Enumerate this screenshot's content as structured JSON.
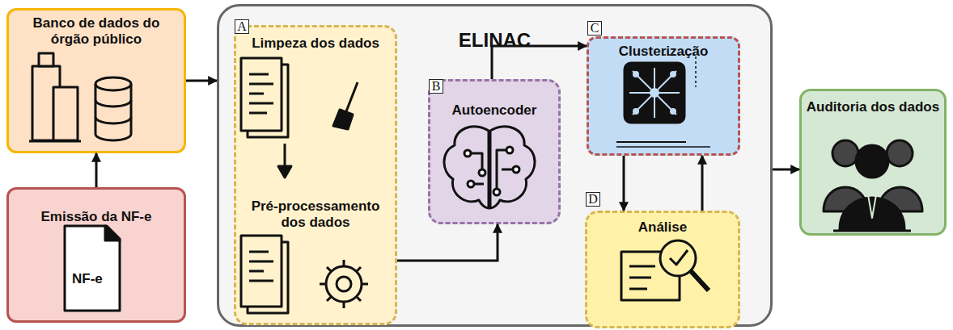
{
  "diagram": {
    "nodes": [
      {
        "text": [
          "Banco de dados do órgão público"
        ]
      },
      {
        "text": [
          "Emissão da NF-e"
        ]
      },
      {
        "text": [
          "ELINAC"
        ]
      },
      {
        "text": [
          "Limpeza dos dados",
          "Pré-processamento dos dados"
        ],
        "in": 2
      },
      {
        "text": [
          "Autoencoder"
        ],
        "in": 2
      },
      {
        "text": [
          "Clusterização"
        ],
        "in": 2
      },
      {
        "text": [
          "Análise"
        ],
        "in": 2
      },
      {
        "text": [
          "Auditoria dos dados"
        ]
      }
    ],
    "edges": [
      {
        "from": 1,
        "to": 0,
        "arrow": "to"
      },
      {
        "from": 0,
        "to": 2,
        "arrow": "to"
      },
      {
        "from": 3,
        "to": 4,
        "arrow": "to"
      },
      {
        "from": 4,
        "to": 5,
        "arrow": "to"
      },
      {
        "from": 5,
        "to": 6,
        "arrow": "to"
      },
      {
        "from": 6,
        "to": 5,
        "arrow": "to"
      },
      {
        "from": 2,
        "to": 7,
        "arrow": "to"
      }
    ],
    "labels": [
      "A",
      "B",
      "C",
      "D",
      "NF-e"
    ]
  }
}
